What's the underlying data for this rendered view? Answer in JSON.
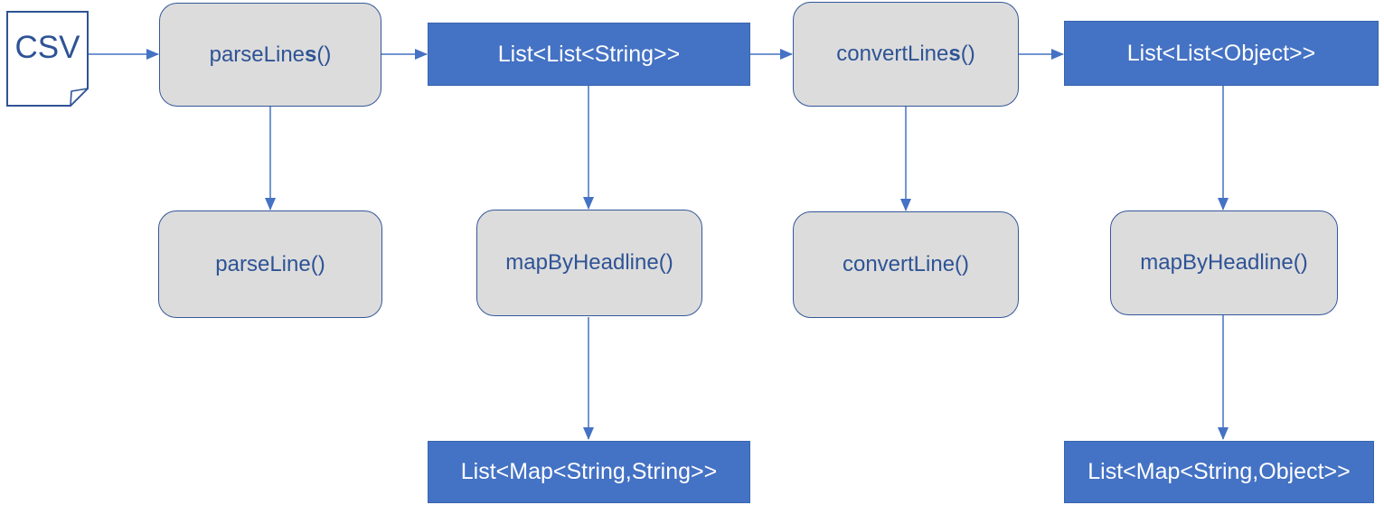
{
  "title": "CSV parsing flow diagram",
  "colors": {
    "accent_blue_fill": "#4472C4",
    "node_gray_fill": "#DCDCDC",
    "border_dark_blue": "#35579A",
    "text_dark_blue": "#2E5395",
    "text_white": "#FFFFFF",
    "arrow_blue": "#4472C4",
    "background": "#FFFFFF"
  },
  "nodes": {
    "csv_doc": {
      "label": "CSV"
    },
    "parse_lines": {
      "label_pre": "parseLine",
      "label_bold": "s",
      "label_post": "()"
    },
    "list_list_string": {
      "label": "List<List<String>>"
    },
    "convert_lines": {
      "label_pre": "convertLine",
      "label_bold": "s",
      "label_post": "()"
    },
    "list_list_object": {
      "label": "List<List<Object>>"
    },
    "parse_line": {
      "label": "parseLine()"
    },
    "map_by_headline_1": {
      "label": "mapByHeadline()"
    },
    "convert_line": {
      "label": "convertLine()"
    },
    "map_by_headline_2": {
      "label": "mapByHeadline()"
    },
    "list_map_string_string": {
      "label": "List<Map<String,String>>"
    },
    "list_map_string_object": {
      "label": "List<Map<String,Object>>"
    }
  }
}
